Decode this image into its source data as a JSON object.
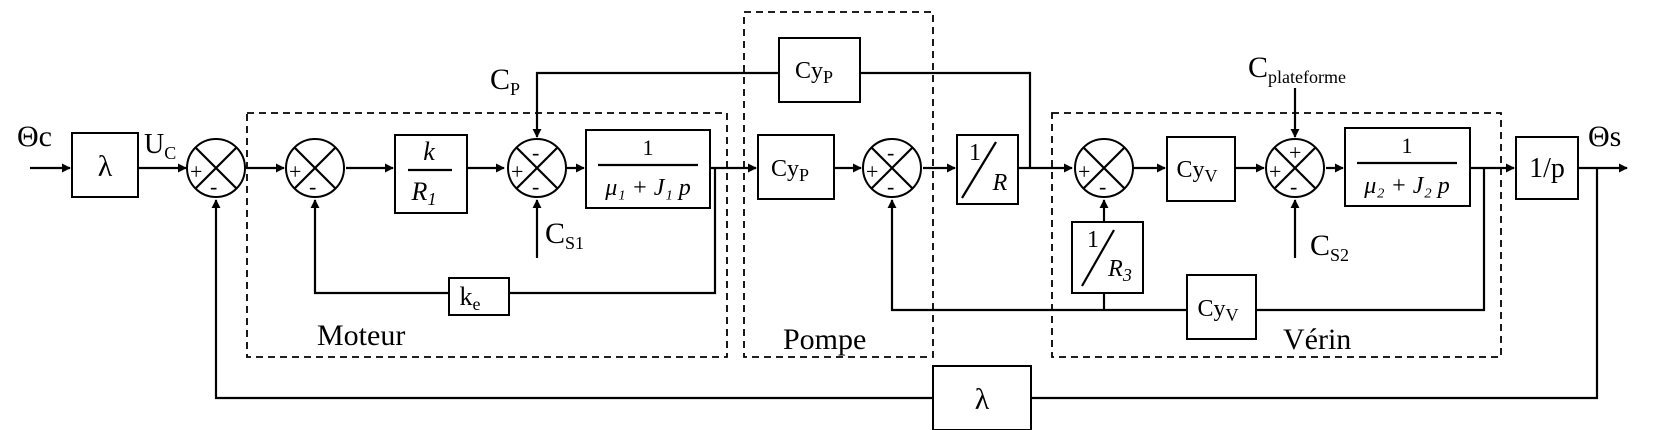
{
  "signals": {
    "input": "Θc",
    "output": "Θs",
    "uc_main": "U",
    "uc_sub": "C",
    "cp_main": "C",
    "cp_sub": "P",
    "cs1_main": "C",
    "cs1_sub": "S1",
    "cs2_main": "C",
    "cs2_sub": "S2",
    "cplat_main": "C",
    "cplat_sub": "plateforme"
  },
  "blocks": {
    "lambda_in": "λ",
    "lambda_fb": "λ",
    "k_num": "k",
    "k_den": "R",
    "k_den_sub": "1",
    "ke_main": "k",
    "ke_sub": "e",
    "motor_num": "1",
    "motor_den": "μ₁ + J₁ p",
    "cyp_top_main": "Cy",
    "cyp_top_sub": "P",
    "cyp_mid_main": "Cy",
    "cyp_mid_sub": "P",
    "invr_num": "1",
    "invr_den": "R",
    "cyv_main_main": "Cy",
    "cyv_main_sub": "V",
    "inv_r3_num": "1",
    "inv_r3_den": "R",
    "inv_r3_sub": "3",
    "plat_num": "1",
    "plat_den": "μ₂ + J₂ p",
    "integ": "1/p",
    "cyv_fb_main": "Cy",
    "cyv_fb_sub": "V"
  },
  "groups": {
    "moteur": "Moteur",
    "pompe": "Pompe",
    "verin": "Vérin"
  },
  "signs": {
    "plus": "+",
    "minus": "-"
  }
}
